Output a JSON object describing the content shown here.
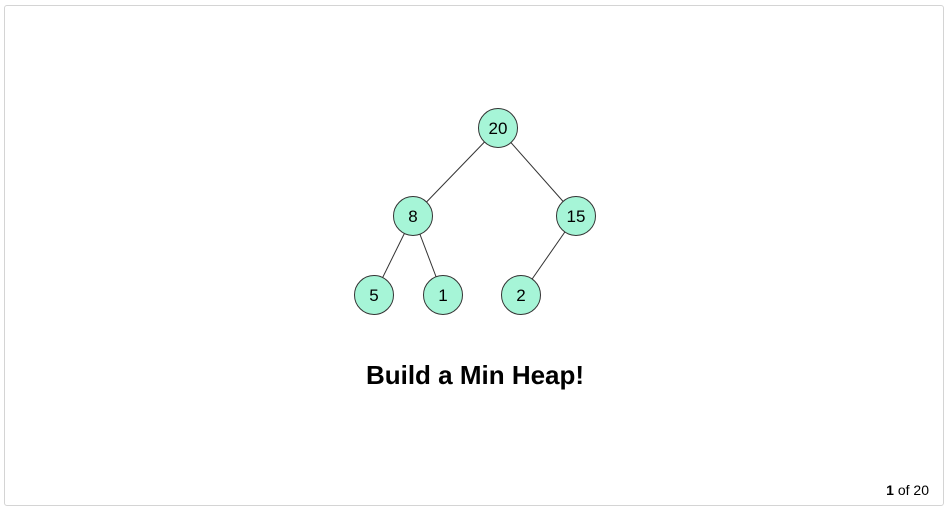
{
  "slide": {
    "title": "Build a Min Heap!",
    "counter": {
      "current": "1",
      "separator": "of",
      "total": "20"
    }
  },
  "tree": {
    "node_fill": "#a6f5d7",
    "node_stroke": "#333333",
    "edge_color": "#333333",
    "nodes": [
      {
        "id": "n0",
        "value": "20"
      },
      {
        "id": "n1",
        "value": "8"
      },
      {
        "id": "n2",
        "value": "15"
      },
      {
        "id": "n3",
        "value": "5"
      },
      {
        "id": "n4",
        "value": "1"
      },
      {
        "id": "n5",
        "value": "2"
      }
    ],
    "edges": [
      [
        "n0",
        "n1"
      ],
      [
        "n0",
        "n2"
      ],
      [
        "n1",
        "n3"
      ],
      [
        "n1",
        "n4"
      ],
      [
        "n2",
        "n5"
      ]
    ]
  }
}
